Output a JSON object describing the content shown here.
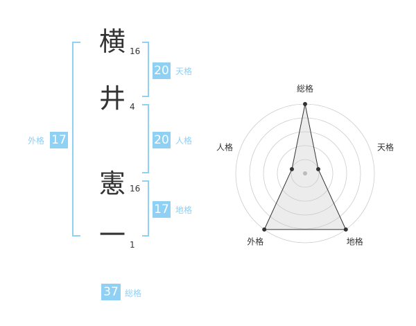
{
  "name": {
    "chars": [
      {
        "char": "横",
        "strokes": "16"
      },
      {
        "char": "井",
        "strokes": "4"
      },
      {
        "char": "憲",
        "strokes": "16"
      },
      {
        "char": "一",
        "strokes": "1"
      }
    ]
  },
  "fortunes": {
    "tenkaku": {
      "value": "20",
      "label": "天格"
    },
    "jinkaku": {
      "value": "20",
      "label": "人格"
    },
    "chikaku": {
      "value": "17",
      "label": "地格"
    },
    "gaikaku": {
      "value": "17",
      "label": "外格"
    },
    "soukaku": {
      "value": "37",
      "label": "総格"
    }
  },
  "colors": {
    "accent": "#8fd0f5",
    "text": "#333333",
    "grid": "#cccccc"
  },
  "chart_data": {
    "type": "radar",
    "axes": [
      "総格",
      "天格",
      "地格",
      "外格",
      "人格"
    ],
    "values": [
      5,
      1,
      5,
      5,
      1
    ],
    "rmax": 5,
    "rings": 5
  }
}
